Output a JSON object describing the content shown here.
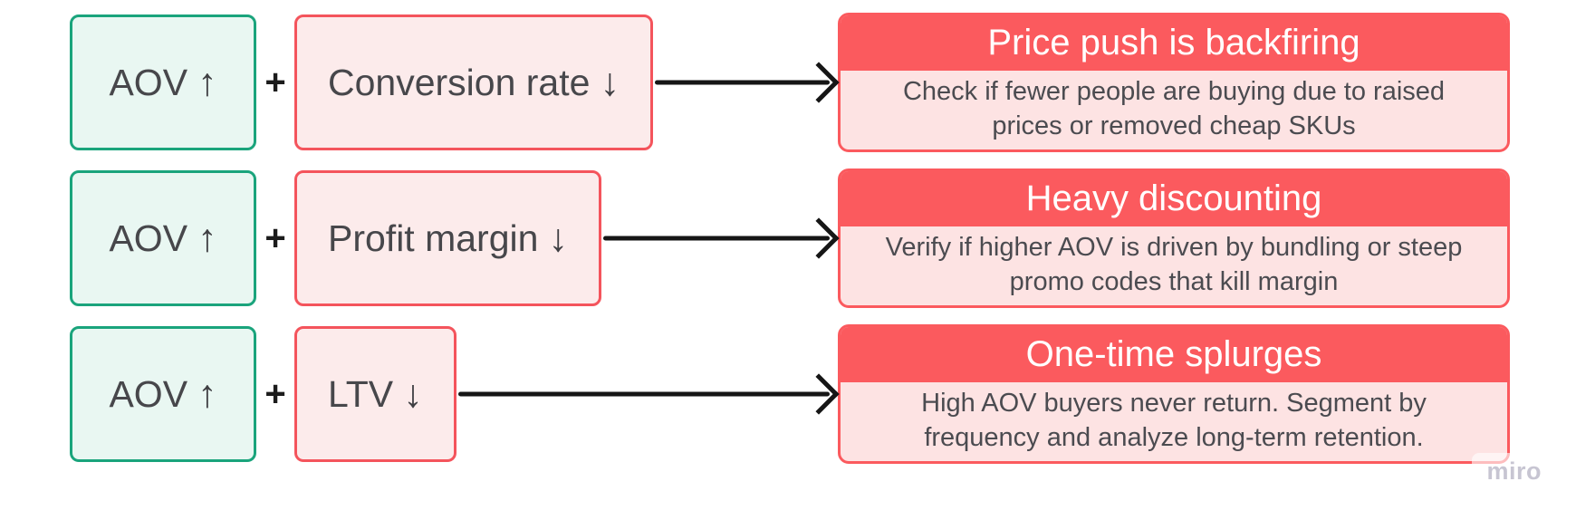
{
  "watermark": {
    "label": "miro"
  },
  "colors": {
    "green_border": "#1aa47c",
    "green_fill": "#e9f7f2",
    "pink_border": "#f4545c",
    "pink_fill": "#fcebeb",
    "card_header_red": "#fb5a5e",
    "card_body_pink": "#fde3e3",
    "text_dark": "#47474b",
    "connector_black": "#161616"
  },
  "rows": [
    {
      "metric_a": "AOV",
      "metric_a_arrow": "↑",
      "operator": "+",
      "metric_b": "Conversion rate",
      "metric_b_arrow": "↓",
      "card": {
        "title": "Price push is backfiring",
        "description": "Check if fewer people are buying due to raised prices or removed cheap SKUs"
      }
    },
    {
      "metric_a": "AOV",
      "metric_a_arrow": "↑",
      "operator": "+",
      "metric_b": "Profit margin",
      "metric_b_arrow": "↓",
      "card": {
        "title": "Heavy discounting",
        "description": "Verify if higher AOV is driven by bundling or steep promo codes that kill margin"
      }
    },
    {
      "metric_a": "AOV",
      "metric_a_arrow": "↑",
      "operator": "+",
      "metric_b": "LTV",
      "metric_b_arrow": "↓",
      "card": {
        "title": "One-time splurges",
        "description": "High AOV buyers never return. Segment by frequency and analyze long-term retention."
      }
    }
  ]
}
